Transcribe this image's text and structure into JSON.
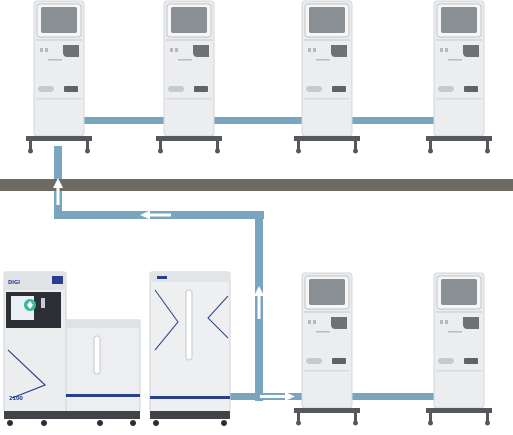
{
  "diagram": {
    "kiosks_top": [
      "kiosk-1",
      "kiosk-2",
      "kiosk-3",
      "kiosk-4"
    ],
    "kiosks_bottom": [
      "kiosk-5",
      "kiosk-6"
    ],
    "central_unit": {
      "logo_text": "DIGI",
      "model_text": "2100"
    },
    "colors": {
      "pipe": "#7aa5bf",
      "floor": "#6f6b62",
      "kiosk_body": "#ecedef",
      "kiosk_screen": "#8a8f94",
      "accent": "#2a3f8c"
    },
    "flow_arrows": [
      "up",
      "left",
      "up",
      "right"
    ]
  }
}
